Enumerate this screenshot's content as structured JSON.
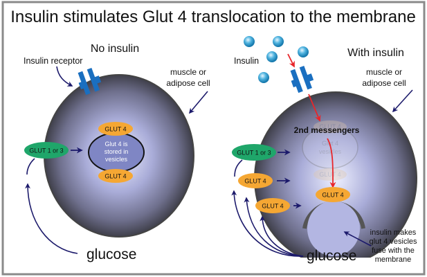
{
  "title": "Insulin stimulates Glut 4 translocation to the membrane",
  "left_panel": {
    "heading": "No insulin",
    "receptor_label": "Insulin receptor",
    "cell_label": [
      "muscle or",
      "adipose cell"
    ],
    "transporter": "GLUT 1 or 3",
    "glut4_top": "GLUT 4",
    "glut4_bottom": "GLUT 4",
    "vesicle_text": [
      "Glut 4 is",
      "stored in",
      "vesicles"
    ],
    "glucose": "glucose"
  },
  "right_panel": {
    "heading": "With insulin",
    "insulin_label": "Insulin",
    "cell_label": [
      "muscle or",
      "adipose cell"
    ],
    "messengers": "2nd messengers",
    "faded_glut4_top": "GLUT 4",
    "faded_vesicle_text": [
      "Glut 4",
      "vesicles"
    ],
    "faded_glut4_bottom": "GLUT 4",
    "transporter": "GLUT 1 or 3",
    "glut4_membrane_1": "GLUT 4",
    "glut4_membrane_2": "GLUT 4",
    "glut4_fusing": "GLUT 4",
    "fusion_note": [
      "insulin makes",
      "glut 4 vesicles",
      "fuse with the",
      "membrane"
    ],
    "glucose": "glucose"
  },
  "colors": {
    "glut4": "#f5a733",
    "glut13": "#1fa66a",
    "receptor": "#1a6fc0",
    "arrow": "#1c1a6b",
    "signal": "#e8262b",
    "vesicle": "#7f86c4"
  }
}
